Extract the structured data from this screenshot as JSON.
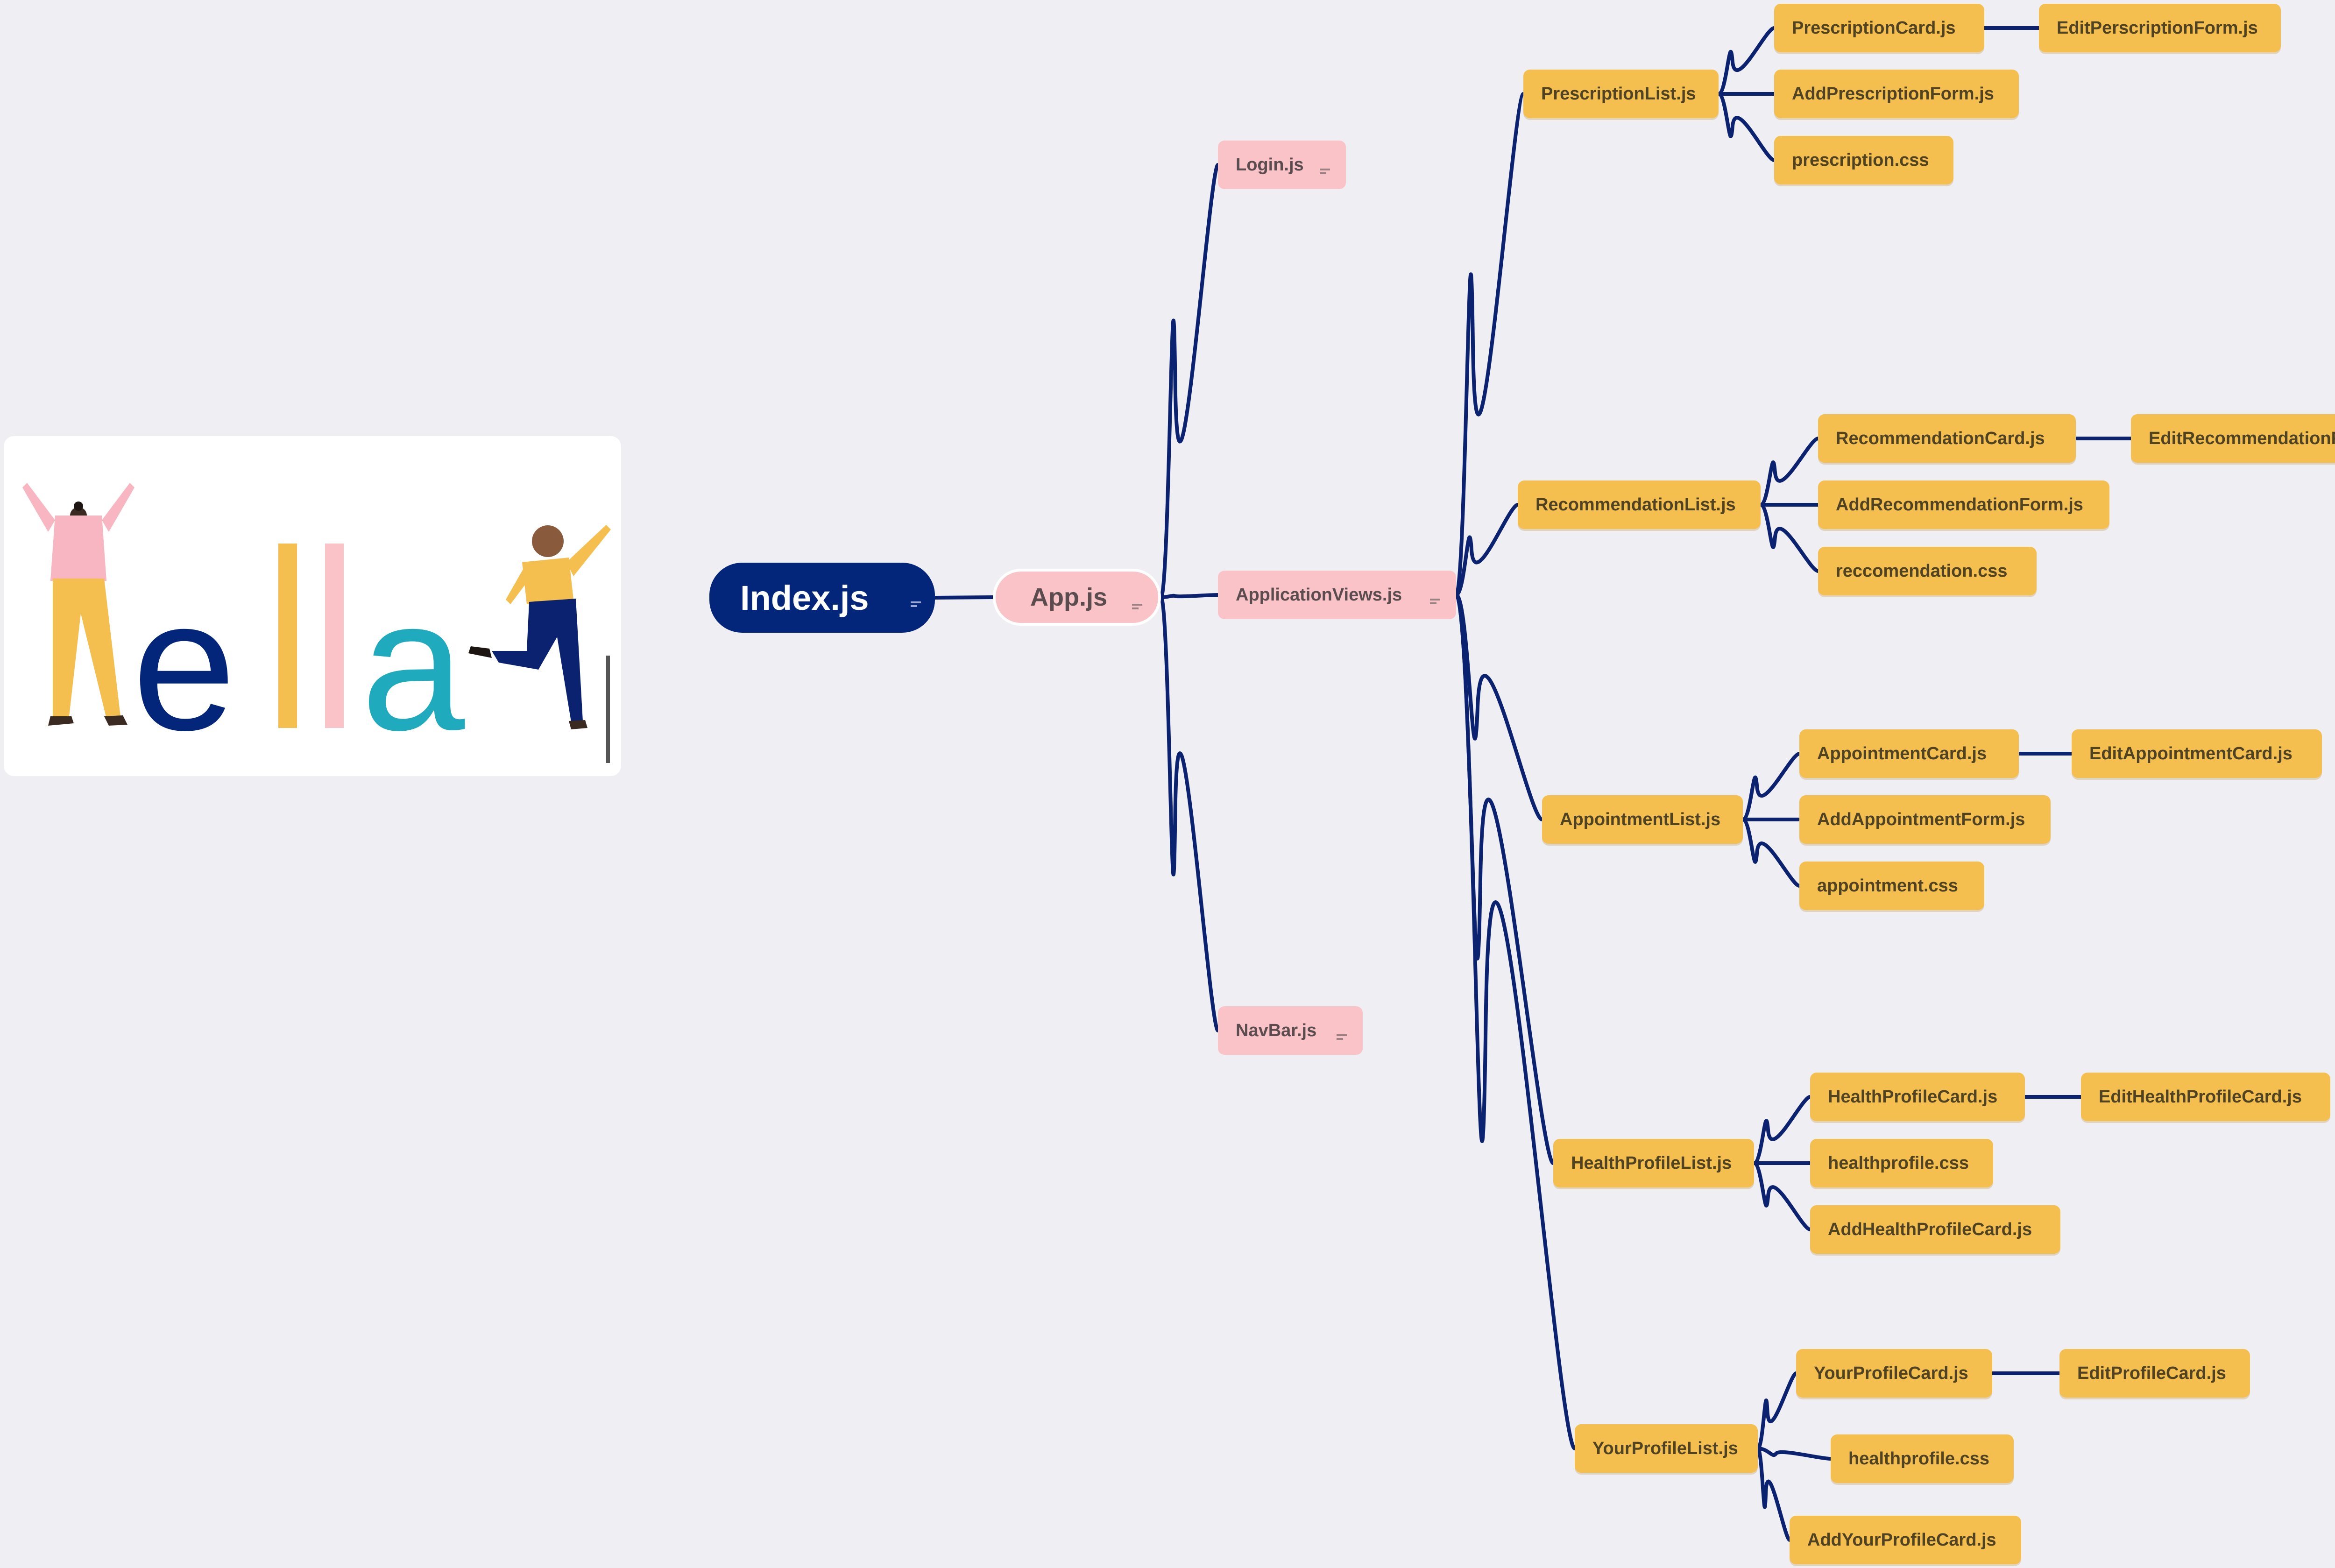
{
  "root": {
    "id": "index",
    "label": "Index.js"
  },
  "logo_image": {
    "name": "ella-logo-illustration",
    "text": "ella",
    "colors": {
      "e": "#03267a",
      "l1": "#f4bf4f",
      "l2": "#fac3c8",
      "a": "#1faabd"
    }
  },
  "nodes": [
    {
      "id": "app",
      "label": "App.js",
      "parent": "index"
    },
    {
      "id": "login",
      "label": "Login.js",
      "parent": "app"
    },
    {
      "id": "appviews",
      "label": "ApplicationViews.js",
      "parent": "app"
    },
    {
      "id": "navbar",
      "label": "NavBar.js",
      "parent": "app"
    },
    {
      "id": "prescriptionlist",
      "label": "PrescriptionList.js",
      "parent": "appviews"
    },
    {
      "id": "prescriptioncard",
      "label": "PrescriptionCard.js",
      "parent": "prescriptionlist"
    },
    {
      "id": "editperscription",
      "label": "EditPerscriptionForm.js",
      "parent": "prescriptioncard"
    },
    {
      "id": "addprescription",
      "label": "AddPrescriptionForm.js",
      "parent": "prescriptionlist"
    },
    {
      "id": "prescriptioncss",
      "label": "prescription.css",
      "parent": "prescriptionlist"
    },
    {
      "id": "recommendationlist",
      "label": "RecommendationList.js",
      "parent": "appviews"
    },
    {
      "id": "recommendationcard",
      "label": "RecommendationCard.js",
      "parent": "recommendationlist"
    },
    {
      "id": "editrecommendation",
      "label": "EditRecommendationForm.js",
      "parent": "recommendationcard"
    },
    {
      "id": "addrecommendation",
      "label": "AddRecommendationForm.js",
      "parent": "recommendationlist"
    },
    {
      "id": "reccomendationcss",
      "label": "reccomendation.css",
      "parent": "recommendationlist"
    },
    {
      "id": "appointmentlist",
      "label": "AppointmentList.js",
      "parent": "appviews"
    },
    {
      "id": "appointmentcard",
      "label": "AppointmentCard.js",
      "parent": "appointmentlist"
    },
    {
      "id": "editappointment",
      "label": "EditAppointmentCard.js",
      "parent": "appointmentcard"
    },
    {
      "id": "addappointment",
      "label": "AddAppointmentForm.js",
      "parent": "appointmentlist"
    },
    {
      "id": "appointmentcss",
      "label": "appointment.css",
      "parent": "appointmentlist"
    },
    {
      "id": "healthprofilelist",
      "label": "HealthProfileList.js",
      "parent": "appviews"
    },
    {
      "id": "healthprofilecard",
      "label": "HealthProfileCard.js",
      "parent": "healthprofilelist"
    },
    {
      "id": "edithealthprofile",
      "label": "EditHealthProfileCard.js",
      "parent": "healthprofilecard"
    },
    {
      "id": "healthprofilecss1",
      "label": "healthprofile.css",
      "parent": "healthprofilelist"
    },
    {
      "id": "addhealthprofile",
      "label": "AddHealthProfileCard.js",
      "parent": "healthprofilelist"
    },
    {
      "id": "yourprofilelist",
      "label": "YourProfileList.js",
      "parent": "appviews"
    },
    {
      "id": "yourprofilecard",
      "label": "YourProfileCard.js",
      "parent": "yourprofilelist"
    },
    {
      "id": "editprofile",
      "label": "EditProfileCard.js",
      "parent": "yourprofilecard"
    },
    {
      "id": "healthprofilecss2",
      "label": "healthprofile.css",
      "parent": "yourprofilelist"
    },
    {
      "id": "addyourprofile",
      "label": "AddYourProfileCard.js",
      "parent": "yourprofilelist"
    }
  ],
  "colors": {
    "edge": "#0a2270",
    "root_fill": "#03267a",
    "pink_fill": "#fac3c8",
    "gold_fill": "#f4bf4f",
    "background": "#efeef3"
  }
}
